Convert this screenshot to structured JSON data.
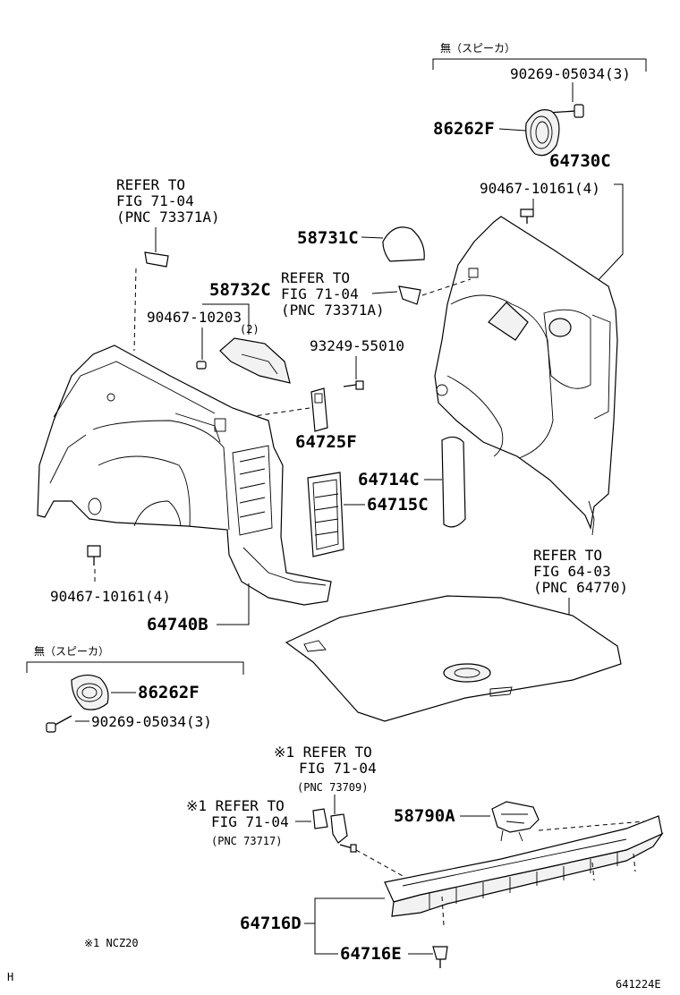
{
  "labels": {
    "no_speaker_top": "無（スピーカ）",
    "bolt_top": "90269-05034(3)",
    "speaker_ring_top": "86262F",
    "panel_right": "64730C",
    "clip_right": "90467-10161(4)",
    "cover_58731c": "58731C",
    "refer_mid_1": "REFER TO",
    "refer_mid_2": "FIG 71-04",
    "refer_mid_3": "(PNC 73371A)",
    "refer_left_1": "REFER TO",
    "refer_left_2": "FIG 71-04",
    "refer_left_3": "(PNC 73371A)",
    "cover_58732c": "58732C",
    "clip_left_top": "90467-10203",
    "qty_2": "(2)",
    "screw_93249": "93249-55010",
    "hook_64725f": "64725F",
    "lid_64714c": "64714C",
    "lid_64715c": "64715C",
    "clip_left_bottom": "90467-10161(4)",
    "panel_left": "64740B",
    "refer_mat_1": "REFER TO",
    "refer_mat_2": "FIG 64-03",
    "refer_mat_3": "(PNC 64770)",
    "no_speaker_bottom": "無（スピーカ）",
    "speaker_ring_bottom": "86262F",
    "bolt_bottom": "90269-05034(3)",
    "refer_b1_1": "※1 REFER TO",
    "refer_b1_2": "FIG 71-04",
    "refer_b1_3": "(PNC 73709)",
    "refer_b2_1": "※1 REFER TO",
    "refer_b2_2": "FIG 71-04",
    "refer_b2_3": "(PNC 73717)",
    "hook_58790a": "58790A",
    "plate_64716d": "64716D",
    "clip_64716e": "64716E",
    "note_1": "※1 NCZ20",
    "corner_h": "H",
    "figure_code": "641224E"
  }
}
